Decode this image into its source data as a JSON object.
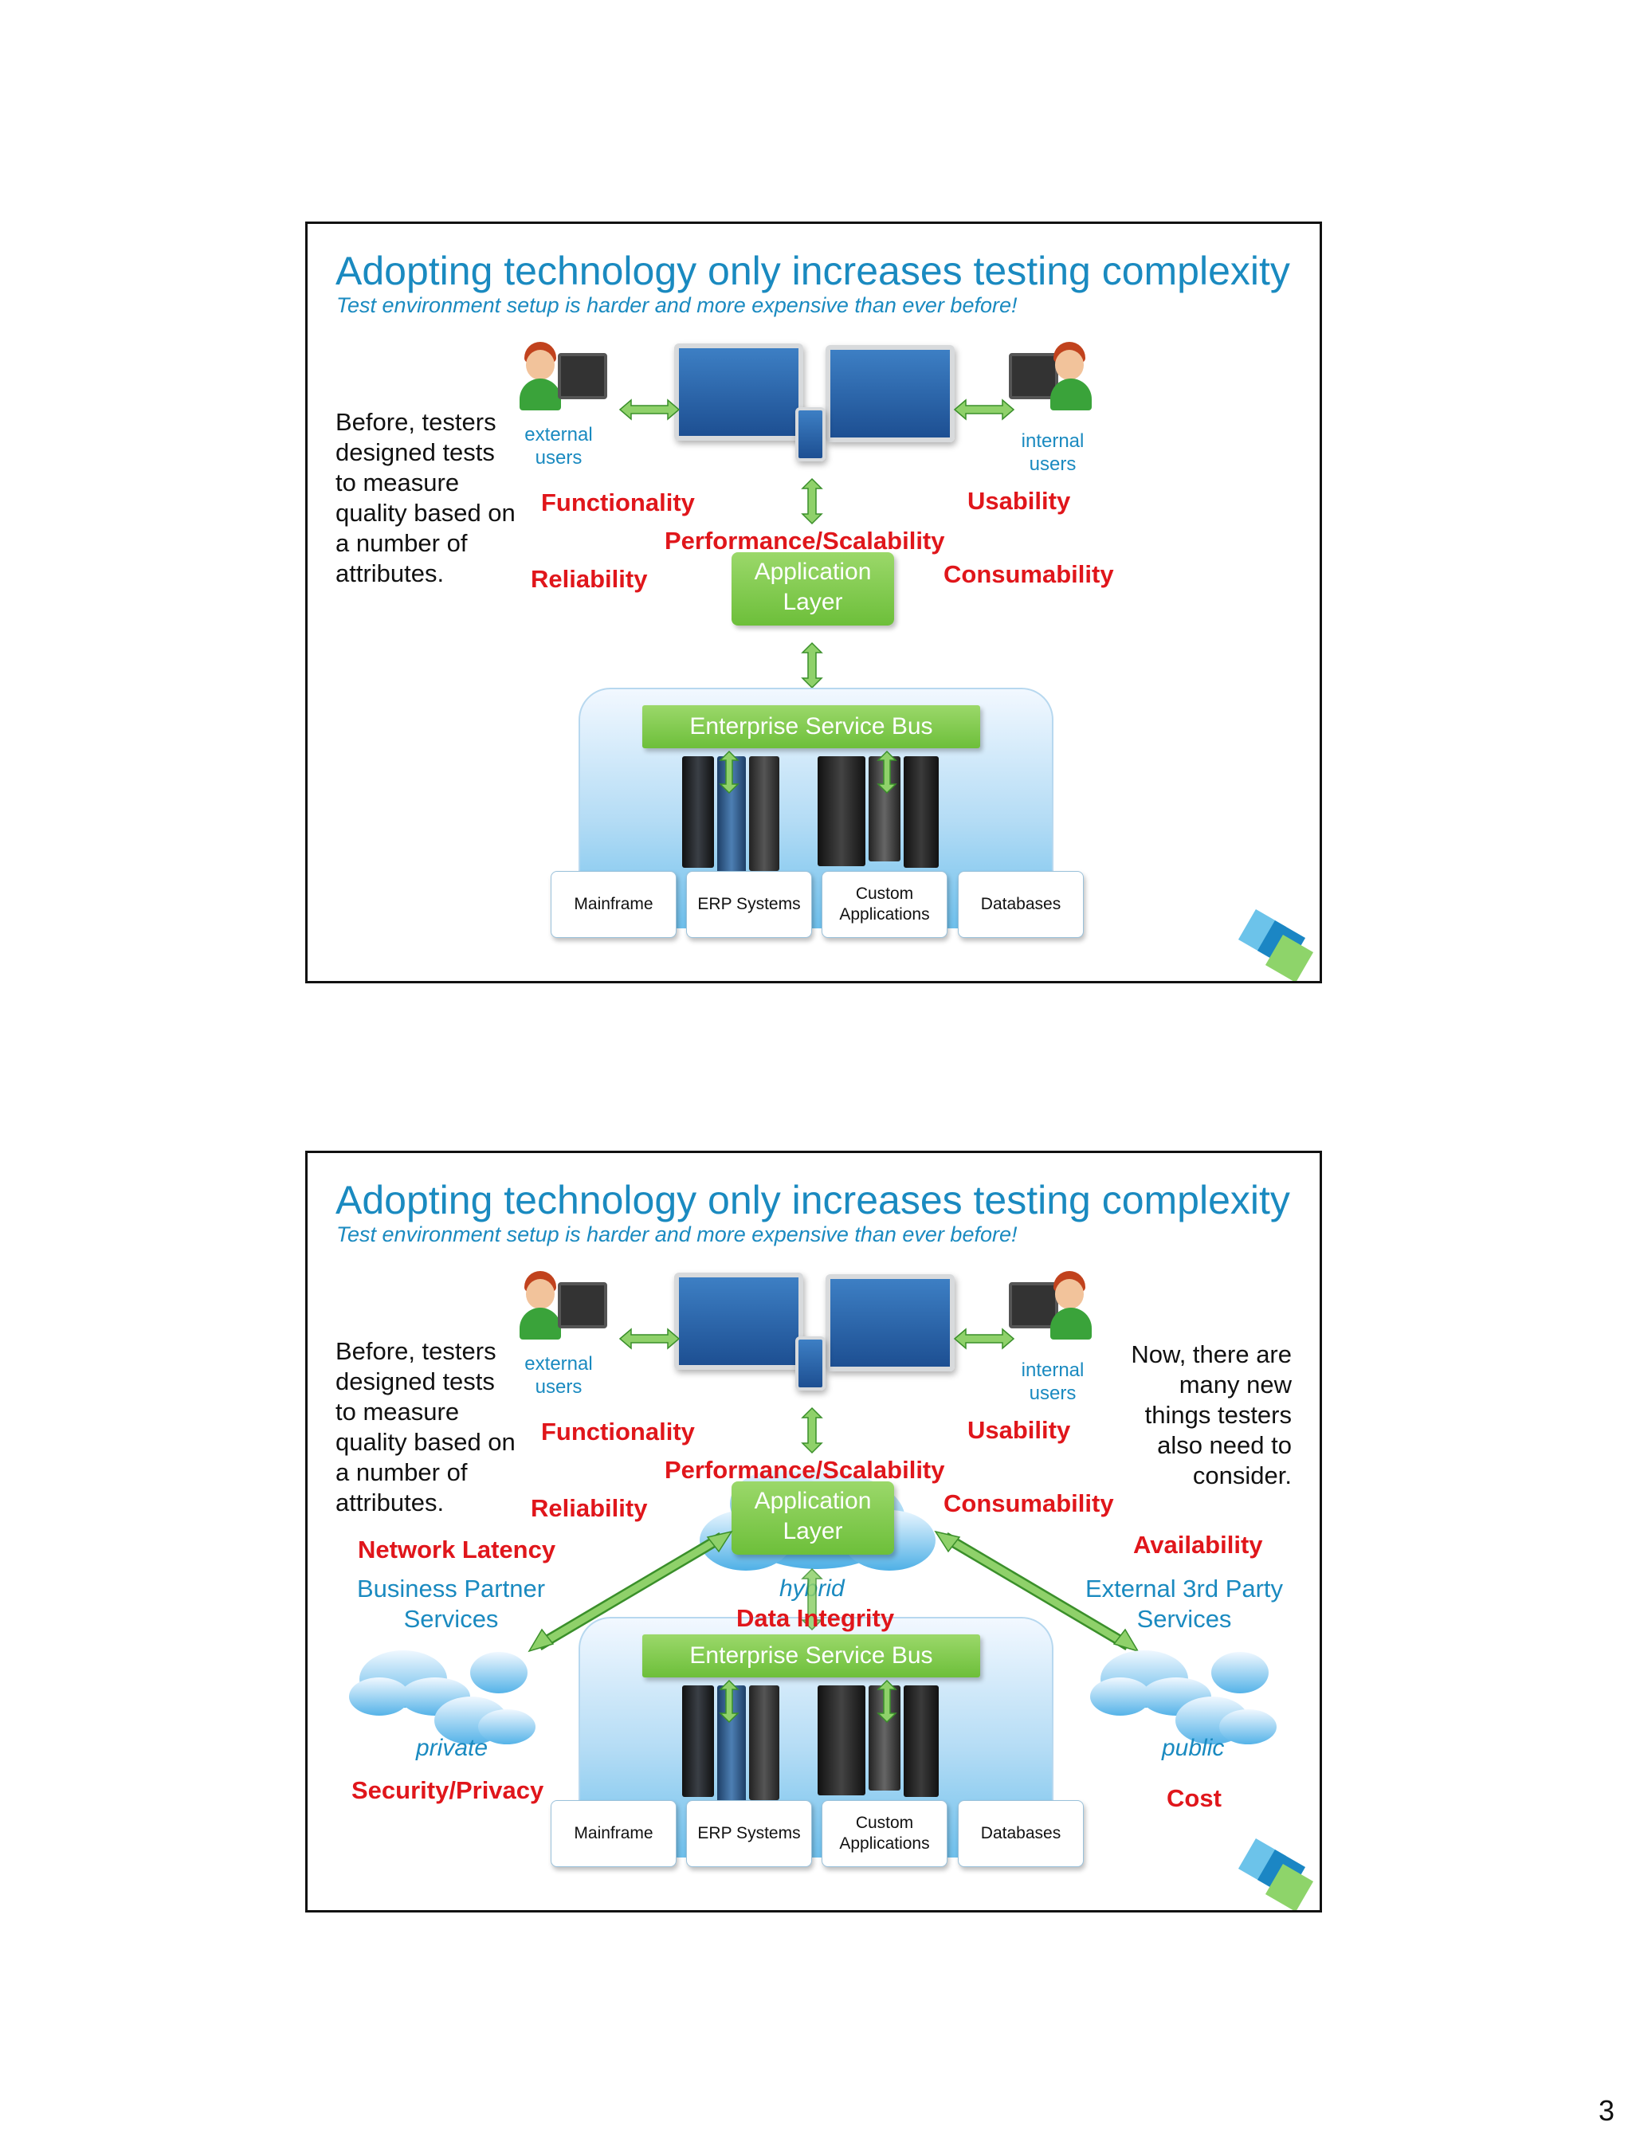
{
  "slides": [
    {
      "title": "Adopting technology only increases testing complexity",
      "subtitle": "Test environment setup is harder and more expensive than ever before!",
      "left_text": "Before, testers designed tests to measure quality based on a number of attributes.",
      "external_users": "external users",
      "internal_users": "internal users",
      "attributes": {
        "functionality": "Functionality",
        "usability": "Usability",
        "performance": "Performance/Scalability",
        "reliability": "Reliability",
        "consumability": "Consumability"
      },
      "app_layer": "Application Layer",
      "esb": "Enterprise Service Bus",
      "systems": [
        "Mainframe",
        "ERP Systems",
        "Custom Applications",
        "Databases"
      ]
    },
    {
      "title": "Adopting technology only increases testing complexity",
      "subtitle": "Test environment setup is harder and more expensive than ever before!",
      "left_text": "Before, testers designed tests to measure quality based on a number of attributes.",
      "right_text": "Now, there are many new things testers also need to consider.",
      "external_users": "external users",
      "internal_users": "internal users",
      "attributes": {
        "functionality": "Functionality",
        "usability": "Usability",
        "performance": "Performance/Scalability",
        "reliability": "Reliability",
        "consumability": "Consumability",
        "network_latency": "Network Latency",
        "availability": "Availability",
        "data_integrity": "Data Integrity",
        "security": "Security/Privacy",
        "cost": "Cost"
      },
      "app_layer": "Application Layer",
      "esb": "Enterprise Service Bus",
      "business_partner": "Business Partner Services",
      "external_3rd_party": "External 3rd Party Services",
      "hybrid": "hybrid",
      "private": "private",
      "public": "public",
      "systems": [
        "Mainframe",
        "ERP Systems",
        "Custom Applications",
        "Databases"
      ]
    }
  ],
  "page_number": "3",
  "colors": {
    "title_blue": "#1a8ac0",
    "attribute_red": "#e0161b",
    "bus_green": "#7cc84a"
  }
}
